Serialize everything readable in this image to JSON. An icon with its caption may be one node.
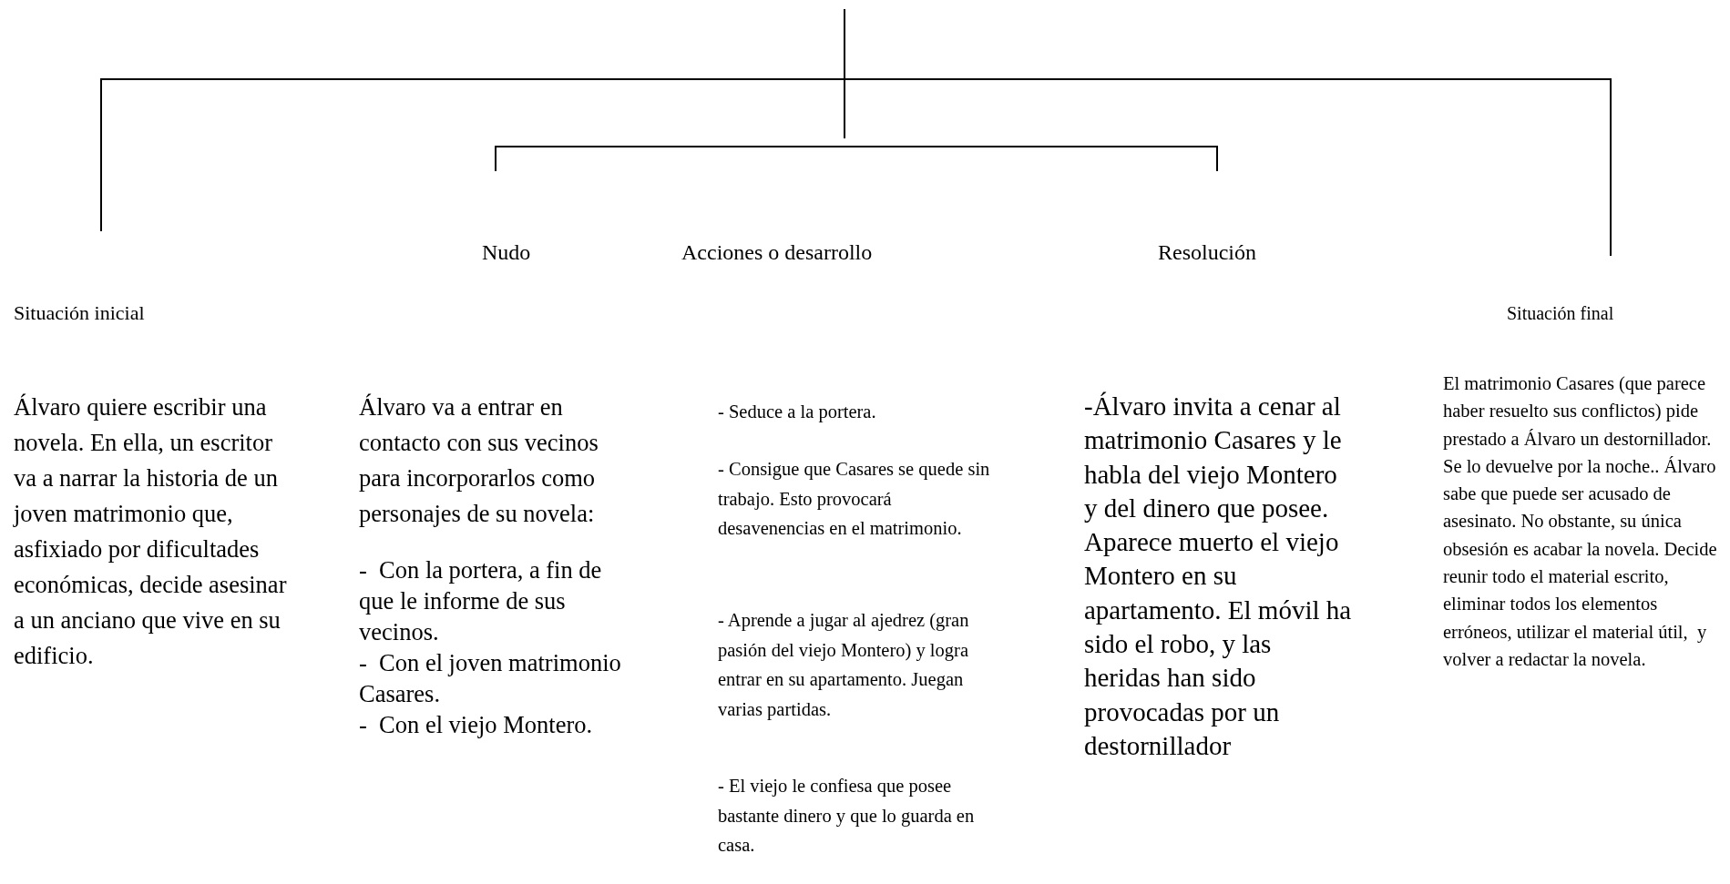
{
  "diagram": {
    "labels": [
      "Nudo",
      "Acciones o desarrollo",
      "Resolución",
      "Situación inicial",
      "Situación final",
      "Álvaro quiere escribir una novela. En ella, un escritor va a narrar la historia de un joven matrimonio que, asfixiado por dificultades económicas, decide asesinar a un anciano que vive en su edificio.",
      "Álvaro va a entrar en contacto con sus vecinos para incorporarlos como personajes de su novela:",
      "-  Con la portera, a fin de que le informe de sus vecinos.",
      "-  Con el joven matrimonio Casares.",
      "-  Con el viejo Montero.",
      "- Seduce a la portera.",
      "- Consigue que Casares se quede sin trabajo. Esto provocará desavenencias en el matrimonio.",
      "- Aprende a jugar al ajedrez (gran pasión del viejo Montero) y logra entrar en su apartamento. Juegan varias partidas.",
      "- El viejo le confiesa que posee bastante dinero y que lo guarda en casa.",
      "-Álvaro invita a cenar al matrimonio Casares y le habla del viejo Montero y del dinero que posee. Aparece muerto el viejo Montero en su apartamento. El móvil ha sido el robo, y las heridas han sido provocadas por un destornillador",
      "El matrimonio Casares (que parece haber resuelto sus conflictos) pide prestado a Álvaro un destornillador. Se lo devuelve por la noche.. Álvaro sabe que puede ser acusado de asesinato. No obstante, su única obsesión es acabar la novela. Decide reunir todo el material escrito, eliminar todos los elementos erróneos, utilizar el material útil,  y volver a redactar la novela."
    ]
  }
}
